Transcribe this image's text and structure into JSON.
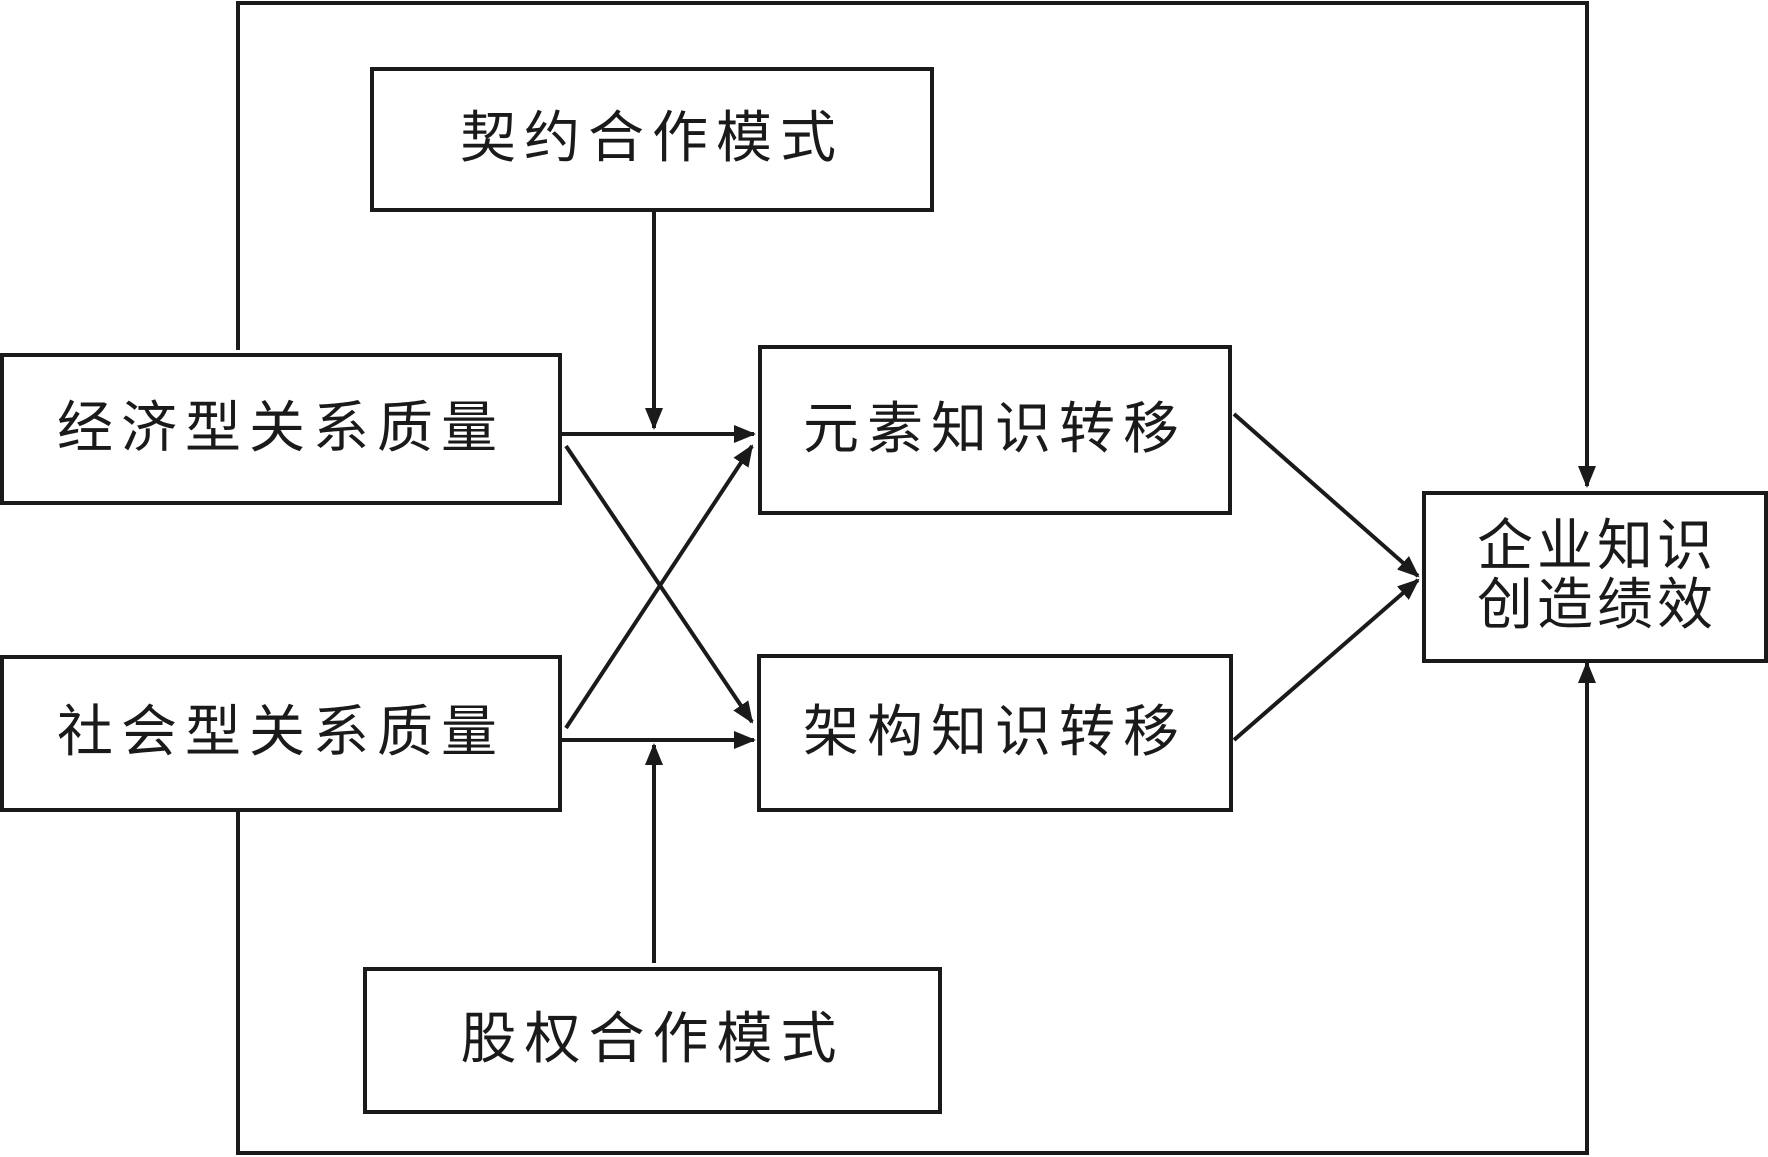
{
  "diagram": {
    "nodes": {
      "contract_mode": "契约合作模式",
      "economic_quality": "经济型关系质量",
      "social_quality": "社会型关系质量",
      "element_transfer": "元素知识转移",
      "architecture_transfer": "架构知识转移",
      "performance_line1": "企业知识",
      "performance_line2": "创造绩效",
      "equity_mode": "股权合作模式"
    }
  }
}
